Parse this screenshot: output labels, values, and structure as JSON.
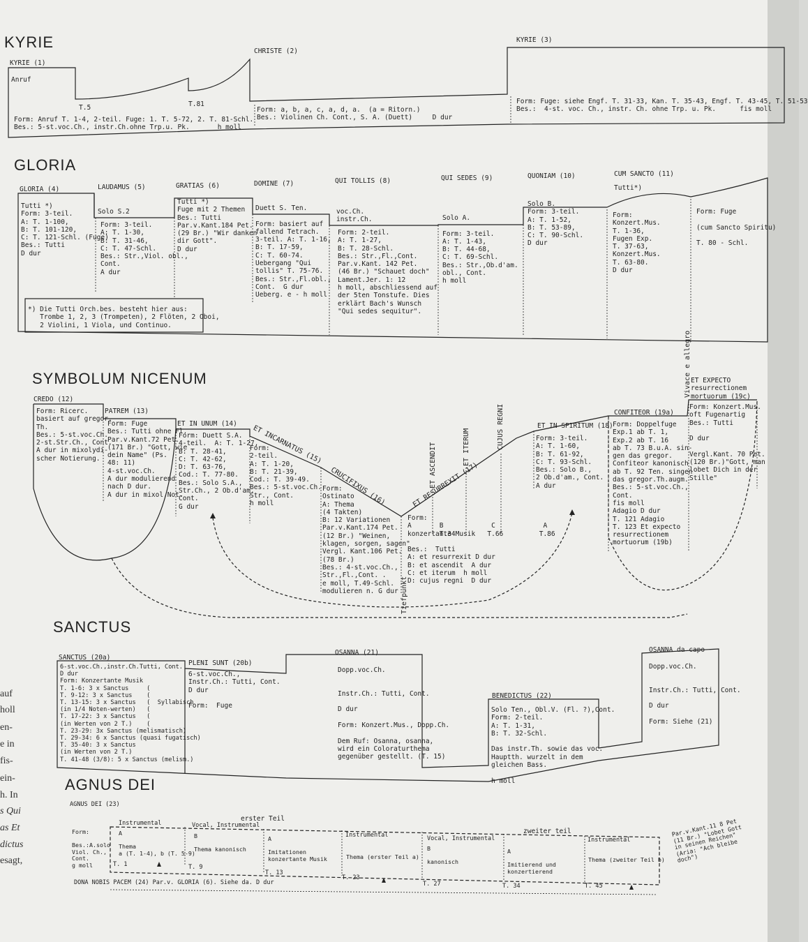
{
  "sections": {
    "kyrie": "KYRIE",
    "gloria": "GLORIA",
    "symbolum": "SYMBOLUM NICENUM",
    "sanctus": "SANCTUS",
    "agnus": "AGNUS DEI"
  },
  "kyrie": {
    "k1": "KYRIE (1)",
    "anruf": "Anruf",
    "t5": "T.5",
    "t81": "T.81",
    "k1_form": "Form: Anruf T. 1-4, 2-teil. Fuge: 1. T. 5-72, 2. T. 81-Schl.\nBes.: 5-st.voc.Ch., instr.Ch.ohne Trp.u. Pk.       h moll",
    "christe": "CHRISTE (2)",
    "christe_form": "Form: a, b, a, c, a, d, a.  (a = Ritorn.)\nBes.: Violinen Ch. Cont., S. A. (Duett)     D dur",
    "k3": "KYRIE (3)",
    "k3_form": "Form: Fuge: siehe Engf. T. 31-33, Kan. T. 35-43, Engf. T. 43-45, T. 51-53\nBes.:  4-st. voc. Ch., instr. Ch. ohne Trp. u. Pk.      fis moll"
  },
  "gloria": {
    "g4": "GLORIA (4)",
    "g4_text": "Tutti *)\nForm: 3-teil.\nA: T. 1-100,\nB: T. 101-120,\nC: T. 121-Schl. (Fuge)\nBes.: Tutti\nD dur",
    "g5": "LAUDAMUS (5)",
    "g5_solo": "Solo S.2",
    "g5_text": "Form: 3-teil.\nA: T. 1-30,\nB: T. 31-46,\nC: T. 47-Schl.\nBes.: Str.,Viol. obl.,\nCont.\nA dur",
    "g6": "GRATIAS (6)",
    "g6_text": "Tutti *)\nFuge mit 2 Themen\nBes.: Tutti\nPar.v.Kant.184 Pet.\n(29 Br.) \"Wir danken\ndir Gott\".\nD dur",
    "g7": "DOMINE (7)",
    "g7_text": "Duett S. Ten.\n\nForm: basiert auf\nfallend Tetrach.\n3-teil. A: T. 1-16,\nB: T. 17-59,\nC: T. 60-74.\nUebergang \"Qui\ntollis\" T. 75-76.\nBes.: Str.,Fl.obl.,\nCont.  G dur\nUeberg. e - h moll",
    "g8": "QUI TOLLIS (8)",
    "g8_top": "voc.Ch.\ninstr.Ch.",
    "g8_text": "Form: 2-teil.\nA: T. 1-27,\nB: T. 28-Schl.\nBes.: Str.,Fl.,Cont.\nPar.v.Kant. 142 Pet.\n(46 Br.) \"Schauet doch\"\nLament.Jer. 1: 12\nh moll, abschliessend auf\nder 5ten Tonstufe. Dies\nerklärt Bach's Wunsch\n\"Qui sedes sequitur\".",
    "g9": "QUI SEDES (9)",
    "g9_text": "Solo A.\n\nForm: 3-teil.\nA: T. 1-43,\nB: T. 44-68,\nC: T. 69-Schl.\nBes.: Str.,Ob.d'am.\nobl., Cont.\nh moll",
    "g10": "QUONIAM (10)",
    "g10_text": "Solo B.\nForm: 3-teil.\nA: T. 1-52,\nB: T. 53-89,\nC: T. 90-Schl.\nD dur",
    "g11": "CUM SANCTO (11)",
    "g11_tutti": "Tutti*)",
    "g11_text": "Form:\nKonzert.Mus.\nT. 1-36,\nFugen Exp.\nT. 37-63,\nKonzert.Mus.\nT. 63-80.\nD dur",
    "g11_right": "Form: Fuge\n\n(cum Sancto Spiritu)\n\nT. 80 - Schl.",
    "footnote": "*) Die Tutti Orch.bes. besteht hier aus:\n   Trombe 1, 2, 3 (Trompeten), 2 Flöten, 2 Oboi,\n   2 Violini, 1 Viola, und Continuo."
  },
  "symbolum": {
    "c12": "CREDO (12)",
    "c12_text": "Form: Ricerc.\nbasiert auf gregor.\nTh.\nBes.: 5-st.voc.Ch.\n2-st.Str.Ch., Cont.\nA dur in mixolydi-\nscher Notierung.",
    "c13": "PATREM (13)",
    "c13_text": "Form: Fuge\nBes.: Tutti ohne Fl.\nPar.v.Kant.72 Pet.\n(171 Br.) \"Gott, wie\ndein Name\" (Ps.\n48: 11)\n4-st.voc.Ch.\nA dur modulierend\nnach D dur.\nA dur in mixol.Not.",
    "c14": "ET IN UNUM (14)",
    "c14_text": "Form: Duett S.A.\n4-teil.  A: T. 1-27,\nB: T. 28-41,\nC: T. 42-62,\nD: T. 63-76,\nCod.: T. 77-80.\nBes.: Solo S.A.,\nStr.Ch., 2 Ob.d'am.\nCont.\nG dur",
    "c15": "ET INCARNATUS (15)",
    "c15_text": "Form:\n2-teil.\nA: T. 1-20,\nB: T. 21-39,\nCod.: T. 39-49.\nBes.: 5-st.voc.Ch.\nStr., Cont.\nh moll",
    "c16": "CRUCIFIXUS (16)",
    "c16_text": "Form:\nOstinato\nA: Thema\n(4 Takten)\nB: 12 Variationen\nPar.v.Kant.174 Pet.\n(12 Br.) \"Weinen,\nklagen, sorgen, sagen\"\nVergl. Kant.106 Pet.\n(78 Br.)\nBes.: 4-st.voc.Ch.,\nStr.,Fl.,Cont. .\ne moll, T.49-Schl.\nmodulieren n. G dur",
    "c17": "ET RESURREXIT (17)",
    "ascendit": "ET ASCENDIT",
    "iterum": "ET ITERUM",
    "cujus": "CUJUS REGNI",
    "tiefpunkt": "Tiefpunkt",
    "c17_abc": "A       B            C            A",
    "c17_t": "        T.34        T.66         T.86",
    "c17_text": "Form:\n\nkonzertante Musik\n\nBes.:  Tutti\nA: et resurrexit D dur\nB: et ascendit  A dur\nC: et iterum  h moll\nD: cujus regni  D dur",
    "c18": "ET IN SPIRITUM (18)",
    "c18_text": "Form: 3-teil.\nA: T. 1-60,\nB: T. 61-92,\nC: T. 93-Schl.\nBes.: Solo B.,\n2 Ob.d'am., Cont.\nA dur",
    "c19a": "CONFITEOR (19a)",
    "c19a_text": "Form: Doppelfuge\nExp.1 ab T. 1,\nExp.2 ab T. 16\nab T. 73 B.u.A. sin-\ngen das gregor.\nConfiteor kanonisch\nab T. 92 Ten. singen\ndas gregor.Th.augm.\nBes.: 5-st.voc.Ch.,\nCont.\nfis moll\nAdagio D dur\nT. 121 Adagio\nT. 123 Et expecto\nresurrectionem\nmortuorum (19b)",
    "vivace": "Vivace e allegro",
    "c19c": "ET EXPECTO\nresurrectionem\nmortuorum (19c)",
    "c19c_text": "Form: Konzert.Mus.\noft Fugenartig\nBes.: Tutti\n\nD dur\n\nVergl.Kant. 70 Pet.\n(120 Br.)\"Gott, man\nlobet Dich in der\nStille\""
  },
  "sanctus": {
    "s20a": "SANCTUS (20a)",
    "s20a_text": "6-st.voc.Ch.,instr.Ch.Tutti, Cont.\nD dur\nForm: Konzertante Musik\nT. 1-6: 3 x Sanctus     (\nT. 9-12: 3 x Sanctus    (\nT. 13-15: 3 x Sanctus   (  Syllabisch\n(in 1/4 Noten-werten)   (\nT. 17-22: 3 x Sanctus   (\n(in Werten von 2 T.)    (\nT. 23-29: 3x Sanctus (melismatisch)\nT. 29-34: 6 x Sanctus (quasi fugatisch)\nT. 35-40: 3 x Sanctus\n(in Werten von 2 T.)\nT. 41-48 (3/8): 5 x Sanctus (melism.)",
    "s20b": "PLENI SUNT (20b)",
    "s20b_text": "6-st.voc.Ch.,\nInstr.Ch.: Tutti, Cont.\nD dur\n\nForm:  Fuge",
    "s21": "OSANNA (21)",
    "s21_text": "Dopp.voc.Ch.\n\n\nInstr.Ch.: Tutti, Cont.\n\nD dur\n\nForm: Konzert.Mus., Dopp.Ch.\n\nDem Ruf: Osanna, osanna,\nwird ein Coloraturthema\ngegenüber gestellt. (T. 15)",
    "s22": "BENEDICTUS (22)",
    "s22_text": "Solo Ten., Obl.V. (Fl. ?),Cont.\nForm: 2-teil.\nA: T. 1-31,\nB: T. 32-Schl.\n\nDas instr.Th. sowie das voc.\nHauptth. wurzelt in dem\ngleichen Bass.\n\nh moll",
    "s_capo": "OSANNA da capo",
    "s_capo_text": "Dopp.voc.Ch.\n\n\nInstr.Ch.: Tutti, Cont.\n\nD dur\n\nForm: Siehe (21)"
  },
  "agnus": {
    "a23": "AGNUS DEI (23)",
    "erster": "erster Teil",
    "zweiter": "zweiter teil",
    "instr1": "Instrumental",
    "vocal1": "Vocal, Instrumental",
    "instr2": "Instrumental",
    "vocal2": "Vocal, Instrumental",
    "instr3": "Instrumental",
    "left": "Form:\n\nBes.:A.solo\nViol. Ch.,\nCont.\ng moll",
    "c1": "A\n\nThema\na (T. 1-4), b (T. 5-9)",
    "c2": "B\n\nThema kanonisch",
    "c3": "A\n\nImitationen\nkonzertante Musik",
    "c4": "Thema (erster Teil a)",
    "c5": "B\n\nkanonisch",
    "c6": "A\n\nImitierend und\nkonzertierend",
    "c7": "Thema (zweiter Teil b)",
    "t1": "T. 1",
    "t9": "T. 9",
    "t13": "T. 13",
    "t23": "T. 23",
    "t27": "T. 27",
    "t34": "T. 34",
    "t45": "T. 45",
    "right": "Par.v.Kant.11 8 Pet\n(11 Br.) \"Lobet Gott\nin seinen Reichen\"\n(Aria: \"Ach bleibe\ndoch\")",
    "dona": "DONA NOBIS PACEM (24)  Par.v. GLORIA (6). Siehe da.  D dur"
  },
  "left_page": [
    "auf",
    "holl",
    "en-",
    "e in",
    "fis-",
    "ein-",
    "h. In",
    "s Qui",
    "as Et",
    "dictus",
    "esagt,"
  ]
}
